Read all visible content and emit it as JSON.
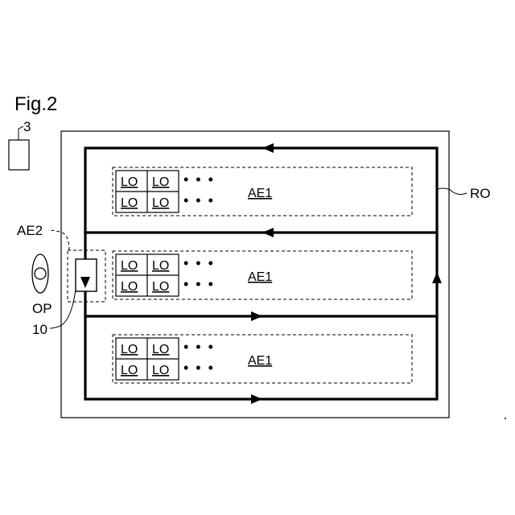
{
  "figure": {
    "title": "Fig.2"
  },
  "labels": {
    "terminal": "3",
    "route": "RO",
    "operator_area": "AE2",
    "operator": "OP",
    "vehicle": "10"
  },
  "storage_areas": [
    {
      "label": "AE1",
      "cells": [
        "LO",
        "LO",
        "LO",
        "LO"
      ],
      "ellipsis": "• • •"
    },
    {
      "label": "AE1",
      "cells": [
        "LO",
        "LO",
        "LO",
        "LO"
      ],
      "ellipsis": "• • •"
    },
    {
      "label": "AE1",
      "cells": [
        "LO",
        "LO",
        "LO",
        "LO"
      ],
      "ellipsis": "• • •"
    }
  ]
}
